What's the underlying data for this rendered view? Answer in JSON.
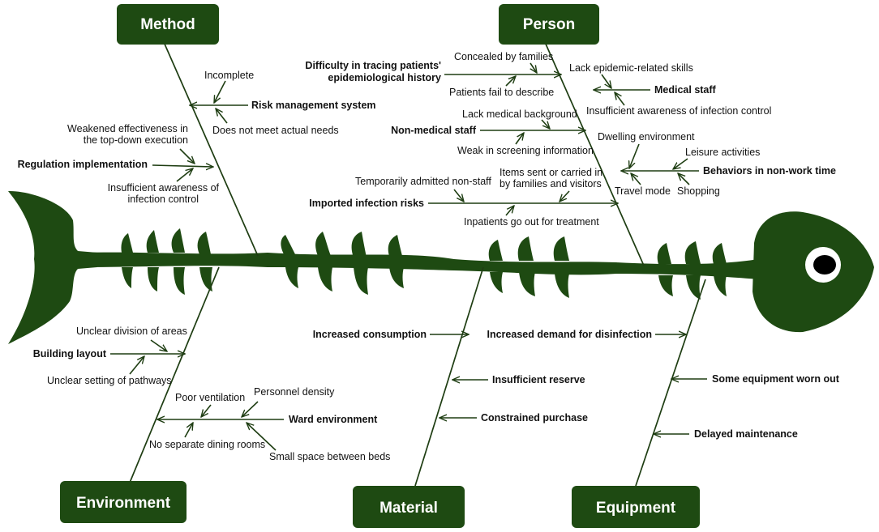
{
  "categories": {
    "method": "Method",
    "person": "Person",
    "environment": "Environment",
    "material": "Material",
    "equipment": "Equipment"
  },
  "method": {
    "risk_management": "Risk management system",
    "incomplete": "Incomplete",
    "not_meet_needs": "Does not meet actual needs",
    "weakened_1": "Weakened effectiveness in",
    "weakened_2": "the top-down execution",
    "regulation": "Regulation implementation",
    "insufficient_1": "Insufficient awareness of",
    "insufficient_2": "infection control"
  },
  "person": {
    "difficulty_1": "Difficulty in tracing patients'",
    "difficulty_2": "epidemiological history",
    "concealed": "Concealed by families",
    "fail_describe": "Patients fail to describe",
    "lack_epidemic": "Lack epidemic-related skills",
    "medical_staff": "Medical staff",
    "insufficient_awareness": "Insufficient awareness of infection control",
    "lack_medical": "Lack medical background",
    "non_medical": "Non-medical staff",
    "weak_screening": "Weak in screening information",
    "dwelling": "Dwelling environment",
    "leisure": "Leisure activities",
    "behaviors": "Behaviors in non-work time",
    "travel": "Travel mode",
    "shopping": "Shopping",
    "temp_admitted": "Temporarily admitted non-staff",
    "items_sent_1": "Items sent or carried in",
    "items_sent_2": "by families and visitors",
    "imported": "Imported infection risks",
    "inpatients": "Inpatients go out for treatment"
  },
  "environment": {
    "unclear_division": "Unclear division of areas",
    "building_layout": "Building layout",
    "unclear_pathways": "Unclear setting of pathways",
    "poor_ventilation": "Poor ventilation",
    "personnel_density": "Personnel density",
    "ward_environment": "Ward environment",
    "no_dining": "No separate dining rooms",
    "small_space": "Small space between beds"
  },
  "material": {
    "increased_consumption": "Increased consumption",
    "insufficient_reserve": "Insufficient reserve",
    "constrained_purchase": "Constrained purchase"
  },
  "equipment": {
    "increased_demand": "Increased demand for disinfection",
    "worn_out": "Some equipment worn out",
    "delayed_maintenance": "Delayed maintenance"
  },
  "colors": {
    "fish": "#1e4a12",
    "line": "#1e3d12",
    "label_text": "#ffffff"
  }
}
